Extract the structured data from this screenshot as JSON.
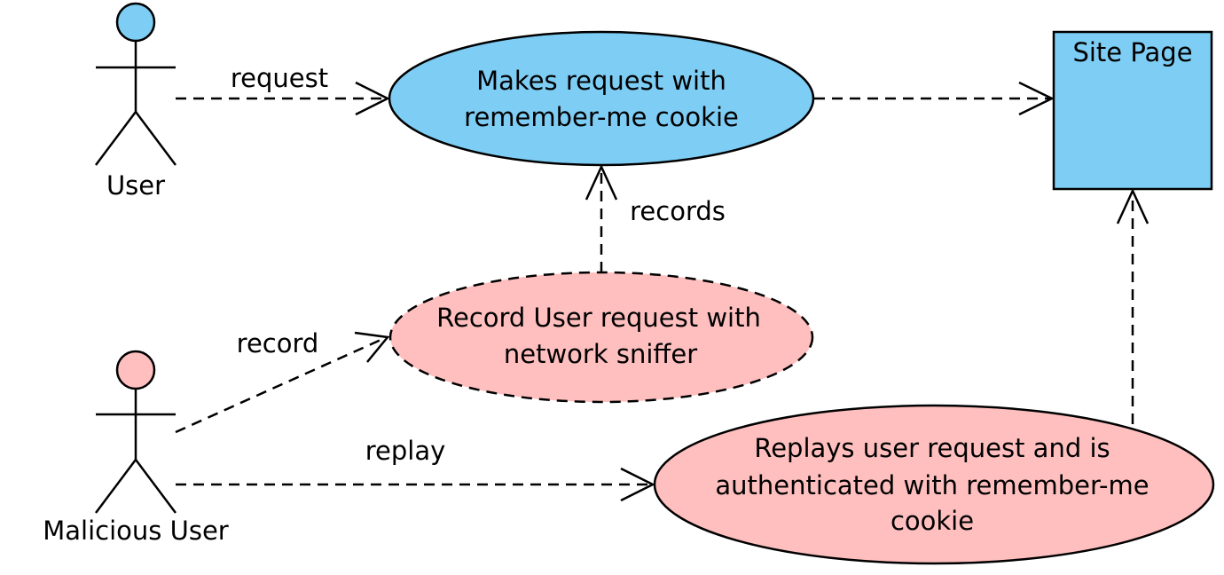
{
  "actors": {
    "user": {
      "label": "User",
      "color": "#7ecdf4"
    },
    "malicious": {
      "label": "Malicious User",
      "color": "#ffbfbf"
    }
  },
  "use_cases": {
    "makes_request": {
      "lines": [
        "Makes request with",
        "remember-me cookie"
      ],
      "color": "#7ecdf4"
    },
    "record_request": {
      "lines": [
        "Record User request with",
        "network sniffer"
      ],
      "color": "#ffbfbf"
    },
    "replays_request": {
      "lines": [
        "Replays user request and is",
        "authenticated with remember-me",
        "cookie"
      ],
      "color": "#ffbfbf"
    }
  },
  "site_page": {
    "label": "Site Page",
    "color": "#7ecdf4"
  },
  "edges": {
    "request": "request",
    "records": "records",
    "record": "record",
    "replay": "replay"
  }
}
